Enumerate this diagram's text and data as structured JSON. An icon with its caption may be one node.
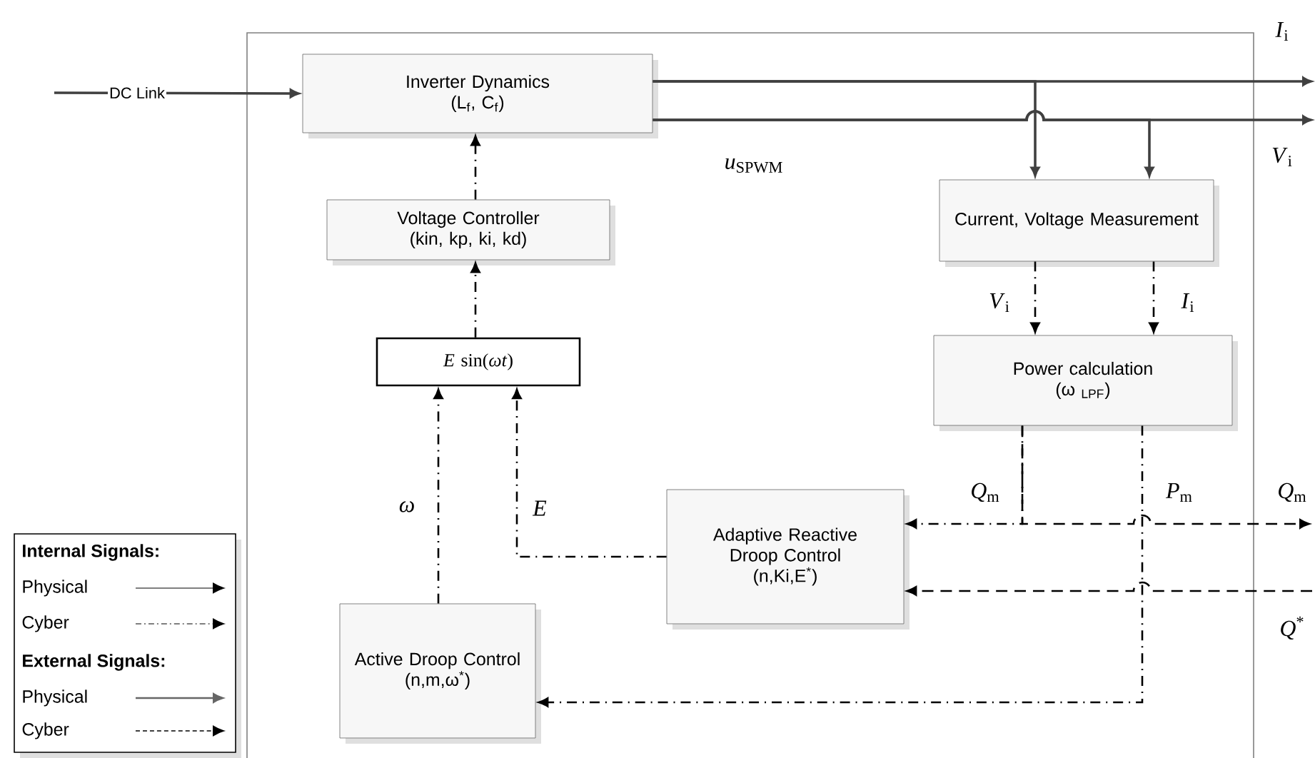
{
  "diagram": {
    "nodes": [
      {
        "text": [],
        "shape": "box"
      },
      {
        "text": [
          "Inverter Dynamics",
          "(L$_{f}$, C$_{f}$)"
        ],
        "in": 0
      },
      {
        "text": [
          "Voltage Controller",
          "(kin, kp, ki, kd)"
        ],
        "in": 0
      },
      {
        "text": [
          "*E* sin(*ωt*)"
        ],
        "in": 0
      },
      {
        "text": [
          "Current, Voltage Measurement"
        ],
        "in": 0
      },
      {
        "text": [
          "Power calculation",
          "(ω $_{LPF}$)"
        ],
        "in": 0
      },
      {
        "text": [
          "Adaptive Reactive Droop Control",
          "(n,Ki,E$^{*}$)"
        ],
        "in": 0
      },
      {
        "text": [
          "Active Droop Control",
          "(n,m,ω$^{*}$)"
        ],
        "in": 0
      }
    ],
    "edges": [
      {
        "from": null,
        "to": 1,
        "arrow": "to",
        "color": "#404040",
        "label": "DC Link"
      },
      {
        "from": 1,
        "to": null,
        "arrow": "to",
        "color": "#404040",
        "label": "*I*$_{i}$"
      },
      {
        "from": 1,
        "to": null,
        "arrow": "to",
        "color": "#404040",
        "label": "*V*$_{i}$"
      },
      {
        "from": 1,
        "to": 4,
        "arrow": "to",
        "color": "#404040"
      },
      {
        "from": 1,
        "to": 4,
        "arrow": "to",
        "color": "#404040"
      },
      {
        "from": 2,
        "to": 1,
        "arrow": "to",
        "style": "dashed"
      },
      {
        "from": 3,
        "to": 2,
        "arrow": "to",
        "style": "dashed"
      },
      {
        "from": 4,
        "to": 5,
        "arrow": "to",
        "style": "dashed",
        "label": "*V*$_{i}$"
      },
      {
        "from": 4,
        "to": 5,
        "arrow": "to",
        "style": "dashed",
        "label": "*I*$_{i}$"
      },
      {
        "from": 5,
        "to": 6,
        "arrow": "to",
        "style": "dashed",
        "label": "*Q*$_{m}$"
      },
      {
        "from": 5,
        "to": null,
        "arrow": "to",
        "style": "dashed",
        "label": "*Q*$_{m}$"
      },
      {
        "from": 5,
        "to": 7,
        "arrow": "to",
        "style": "dashed",
        "label": "*P*$_{m}$"
      },
      {
        "from": null,
        "to": 6,
        "arrow": "to",
        "style": "dashed",
        "label": "*Q*$^{*}$"
      },
      {
        "from": 7,
        "to": 3,
        "arrow": "to",
        "style": "dashed",
        "label": "*ω*"
      },
      {
        "from": 6,
        "to": 3,
        "arrow": "to",
        "style": "dashed",
        "label": "*E*"
      }
    ],
    "labels": [
      "*u*$_{SPWM}$",
      "Internal Signals:",
      "External Signals:"
    ],
    "legend": [
      {
        "text": "Physical"
      },
      {
        "text": "Cyber"
      },
      {
        "text": "Physical"
      },
      {
        "text": "Cyber"
      }
    ]
  }
}
